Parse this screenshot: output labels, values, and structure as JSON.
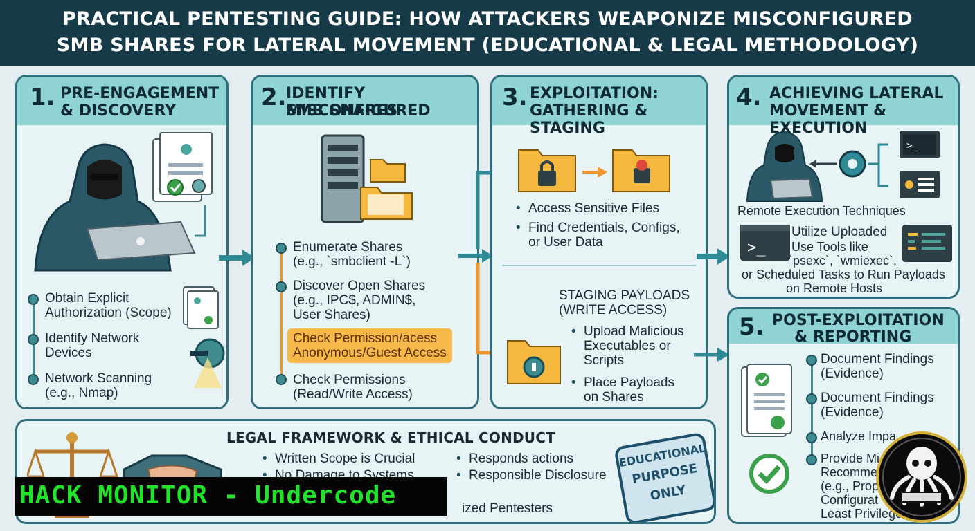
{
  "header": {
    "title_line1": "PRACTICAL PENTESTING GUIDE: HOW ATTACKERS WEAPONIZE MISCONFIGURED",
    "title_line2": "SMB SHARES FOR LATERAL MOVEMENT (EDUCATIONAL & LEGAL METHODOLOGY)"
  },
  "step1": {
    "number": "1.",
    "title_line1": "PRE-ENGAGEMENT",
    "title_line2": "& DISCOVERY",
    "items": [
      "Obtain Explicit\nAuthorization (Scope)",
      "Identify Network\nDevices",
      "Network Scanning\n(e.g., Nmap)"
    ]
  },
  "step2": {
    "number": "2.",
    "title_line1": "IDENTIFY MISCONFIGURED",
    "title_line2": "SMB SHARES",
    "items": [
      "Enumerate Shares\n(e.g., `smbclient -L`)",
      "Discover Open Shares\n(e.g., IPC$, ADMIN$,\nUser Shares)",
      "Check Permissions\n(Read/Write Access)"
    ],
    "highlight": "Check Permission/acess\nAnonymous/Guest Access"
  },
  "step3": {
    "number": "3.",
    "title_line1": "EXPLOITATION:",
    "title_line2": "GATHERING & STAGING",
    "items": [
      "Access Sensitive Files",
      "Find Credentials, Configs,\nor User Data"
    ],
    "staging_title": "STAGING PAYLOADS\n(WRITE ACCESS)",
    "staging_items": [
      "Upload Malicious\nExecutables or\nScripts",
      "Place Payloads\non Shares"
    ]
  },
  "step4": {
    "number": "4.",
    "title_line1": "ACHIEVING LATERAL",
    "title_line2": "MOVEMENT & EXECUTION",
    "caption": "Remote Execution Techniques",
    "body_line1": "Utilize Uploaded",
    "body_line2": "Use Tools like",
    "body_line3": "`psexc`, `wmiexec`,",
    "body_line4": "or Scheduled Tasks to Run Payloads",
    "body_line5": "on Remote Hosts"
  },
  "step5": {
    "number": "5.",
    "title_line1": "POST-EXPLOITATION",
    "title_line2": "& REPORTING",
    "items": [
      "Document Findings\n(Evidence)",
      "Document Findings\n(Evidence)",
      "Analyze Impa",
      "Provide Mi\nRecomme\n(e.g., Prop\nConfigurat\nLeast Privilege"
    ]
  },
  "legal": {
    "title": "LEGAL FRAMEWORK & ETHICAL CONDUCT",
    "left_items": [
      "Written Scope is Crucial",
      "No Damage to Systems"
    ],
    "right_items": [
      "Responds actions",
      "Responsible Disclosure"
    ],
    "footer_fragment": "ized Pentesters",
    "stamp": [
      "EDUCATIONAL",
      "PURPOSE",
      "ONLY"
    ]
  },
  "watermark": {
    "label": "HACK MONITOR - Undercode"
  },
  "colors": {
    "header_bg": "#163a48",
    "panel_border": "#2f6f7d",
    "panel_header": "#8fd3d3",
    "arrow_teal": "#2e8a94",
    "arrow_orange": "#f0962f",
    "highlight": "#f7b94a",
    "watermark_text": "#22e32a"
  }
}
